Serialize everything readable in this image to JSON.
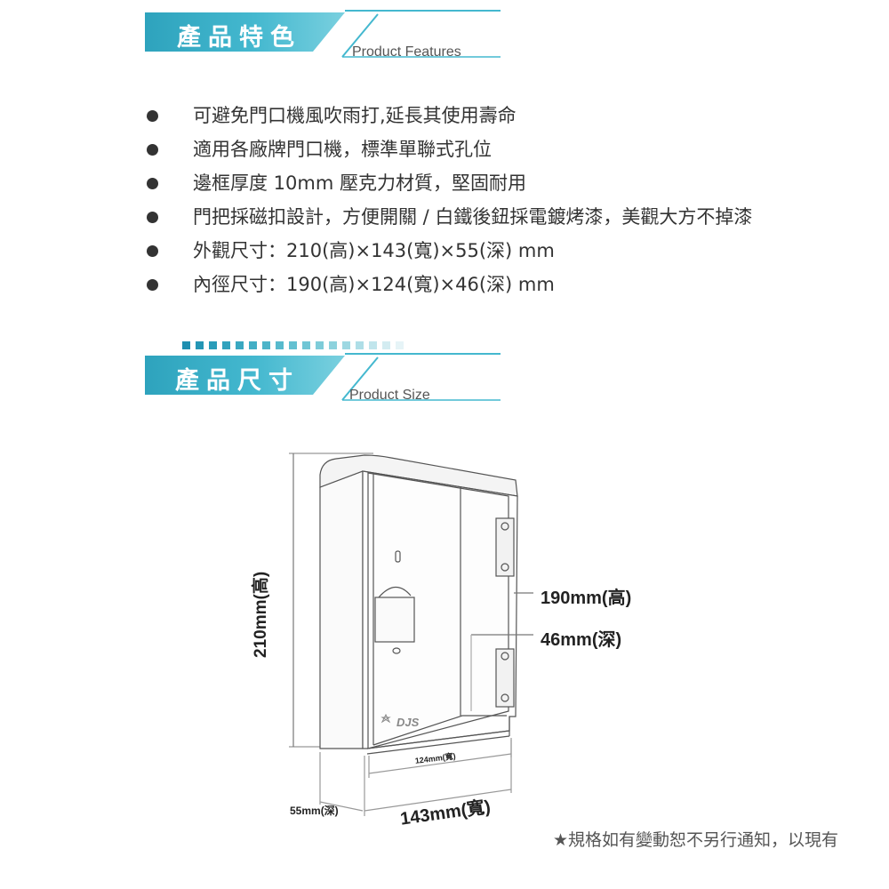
{
  "features_section": {
    "title": "產品特色",
    "subtitle": "Product Features",
    "items": [
      "可避免門口機風吹雨打,延長其使用壽命",
      "適用各廠牌門口機，標準單聯式孔位",
      "邊框厚度 10mm 壓克力材質，堅固耐用",
      "門把採磁扣設計，方便開關 / 白鐵後鈕採電鍍烤漆，美觀大方不掉漆",
      "外觀尺寸：210(高)×143(寬)×55(深) mm",
      "內徑尺寸：190(高)×124(寬)×46(深) mm"
    ]
  },
  "size_section": {
    "title": "產品尺寸",
    "subtitle": "Product Size"
  },
  "diagram": {
    "outer_height": "210mm(高)",
    "inner_height": "190mm(高)",
    "inner_depth": "46mm(深)",
    "inner_width": "124mm(寬)",
    "outer_width": "143mm(寬)",
    "outer_depth": "55mm(深)",
    "logo": "DJS"
  },
  "note": "★規格如有變動恕不另行通知，以現有"
}
